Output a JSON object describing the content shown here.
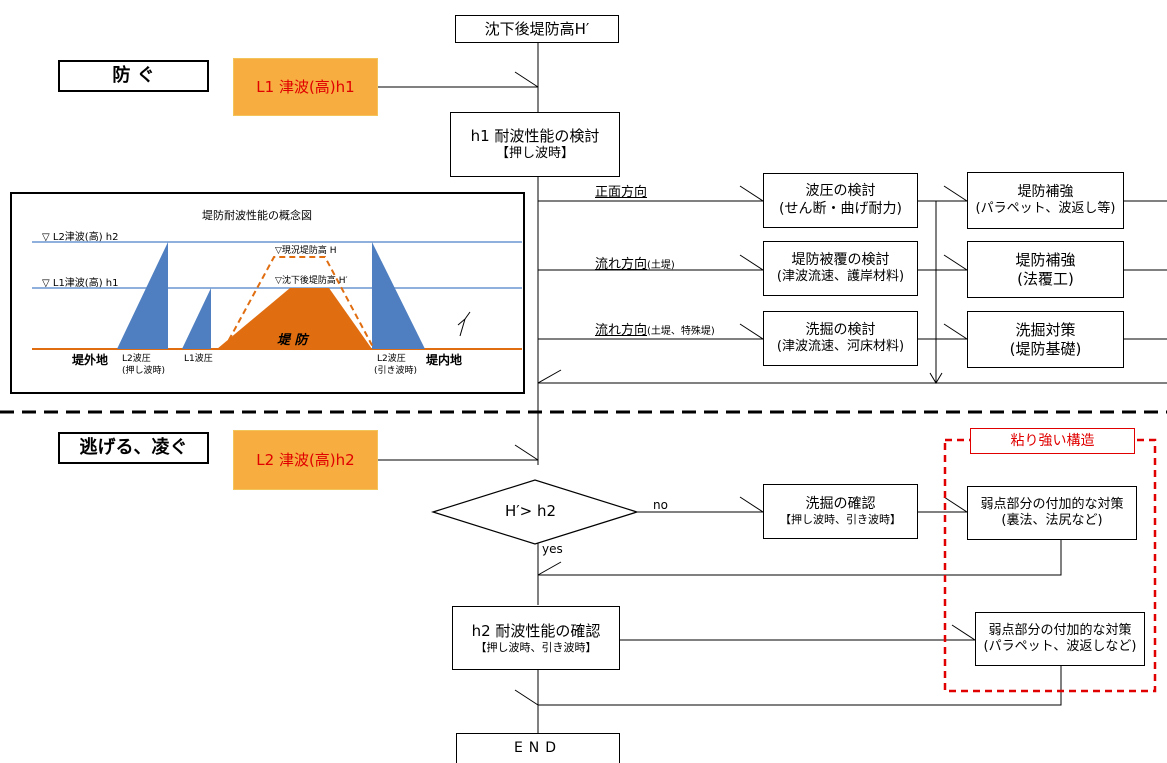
{
  "top": {
    "title": "沈下後堤防高H′"
  },
  "sections": {
    "defend": "防 ぐ",
    "escape": "逃げる、凌ぐ"
  },
  "tsunami": {
    "l1": "L1 津波(高)h1",
    "l2": "L2 津波(高)h2"
  },
  "h1_review": {
    "line1": "h1 耐波性能の検討",
    "line2": "【押し波時】"
  },
  "directions": {
    "front": "正面方向",
    "flow1": "流れ方向",
    "flow1_note": "(土堤)",
    "flow2": "流れ方向",
    "flow2_note": "(土堤、特殊堤)"
  },
  "checks": {
    "wave": {
      "line1": "波圧の検討",
      "line2": "(せん断・曲げ耐力)"
    },
    "cover": {
      "line1": "堤防被覆の検討",
      "line2": "(津波流速、護岸材料)"
    },
    "scour": {
      "line1": "洗掘の検討",
      "line2": "(津波流速、河床材料)"
    }
  },
  "measures": {
    "reinforce1": {
      "line1": "堤防補強",
      "line2": "(パラペット、波返し等)"
    },
    "reinforce2": {
      "line1": "堤防補強",
      "line2": "(法覆工)"
    },
    "scour_measure": {
      "line1": "洗掘対策",
      "line2": "(堤防基礎)"
    }
  },
  "decision": {
    "text": "H′> h2",
    "no": "no",
    "yes": "yes"
  },
  "scour_confirm": {
    "line1": "洗掘の確認",
    "line2": "【押し波時、引き波時】"
  },
  "resilient": {
    "title": "粘り強い構造"
  },
  "weak1": {
    "line1": "弱点部分の付加的な対策",
    "line2": "(裏法、法尻など)"
  },
  "weak2": {
    "line1": "弱点部分の付加的な対策",
    "line2": "(パラペット、波返しなど)"
  },
  "h2_confirm": {
    "line1": "h2 耐波性能の確認",
    "line2": "【押し波時、引き波時】"
  },
  "end": {
    "text": "END"
  },
  "concept": {
    "title": "堤防耐波性能の概念図",
    "l2_level": "▽ L2津波(高) h2",
    "l1_level": "▽ L1津波(高) h1",
    "current_height": "▽現況堤防高 H",
    "settled_height": "▽沈下後堤防高 H′",
    "levee": "堤 防",
    "outside": "堤外地",
    "inside": "堤内地",
    "l2_push": "L2波圧",
    "l2_push_note": "(押し波時)",
    "l1_push": "L1波圧",
    "l2_pull": "L2波圧",
    "l2_pull_note": "(引き波時)"
  },
  "colors": {
    "orange_fill": "#f7ad3f",
    "red": "#e00000",
    "blue_fill": "#4f7fc0",
    "levee_fill": "#e06d10",
    "water_line": "#6a95d0"
  }
}
